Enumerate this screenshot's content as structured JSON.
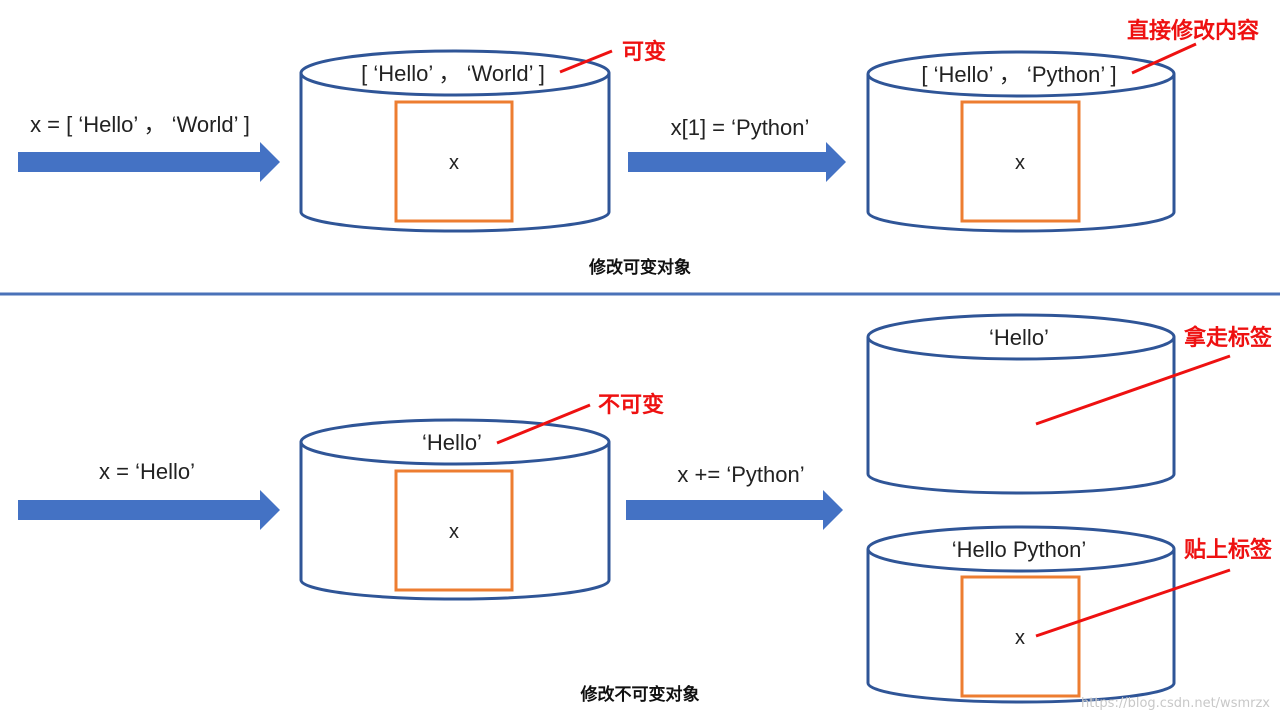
{
  "top": {
    "assign_label": "x = [ ‘Hello’ ， ‘World’ ]",
    "op_label": "x[1] = ‘Python’",
    "before_content": "[ ‘Hello’ ， ‘World’ ]",
    "after_content": "[ ‘Hello’ ， ‘Python’ ]",
    "var_name": "x",
    "note_mutable": "可变",
    "note_direct_modify": "直接修改内容",
    "caption": "修改可变对象"
  },
  "bottom": {
    "assign_label": "x = ‘Hello’",
    "op_label": "x += ‘Python’",
    "before_content": "‘Hello’",
    "old_content": "‘Hello’",
    "new_content": "‘Hello Python’",
    "var_name": "x",
    "note_immutable": "不可变",
    "note_take_label": "拿走标签",
    "note_put_label": "贴上标签",
    "caption": "修改不可变对象"
  },
  "watermark": "https://blog.csdn.net/wsmrzx",
  "colors": {
    "arrow": "#4472c4",
    "cylinder_stroke": "#2f5597",
    "box_stroke": "#ed7d31",
    "note": "#ee1111",
    "divider": "#4a72b8"
  }
}
